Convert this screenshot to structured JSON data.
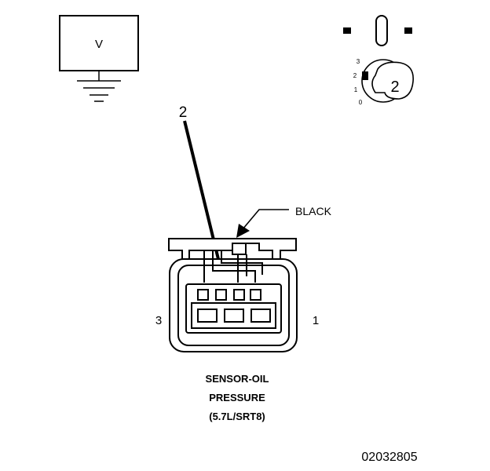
{
  "voltmeter": {
    "symbol": "V"
  },
  "switch_dial": {
    "positions": [
      "3",
      "2",
      "1",
      "0"
    ],
    "selected": "2"
  },
  "callout": {
    "number": "2"
  },
  "wire_color": "BLACK",
  "connector": {
    "pin_left": "3",
    "pin_right": "1"
  },
  "caption": {
    "line1": "SENSOR-OIL",
    "line2": "PRESSURE",
    "line3": "(5.7L/SRT8)"
  },
  "figure_id": "02032805"
}
